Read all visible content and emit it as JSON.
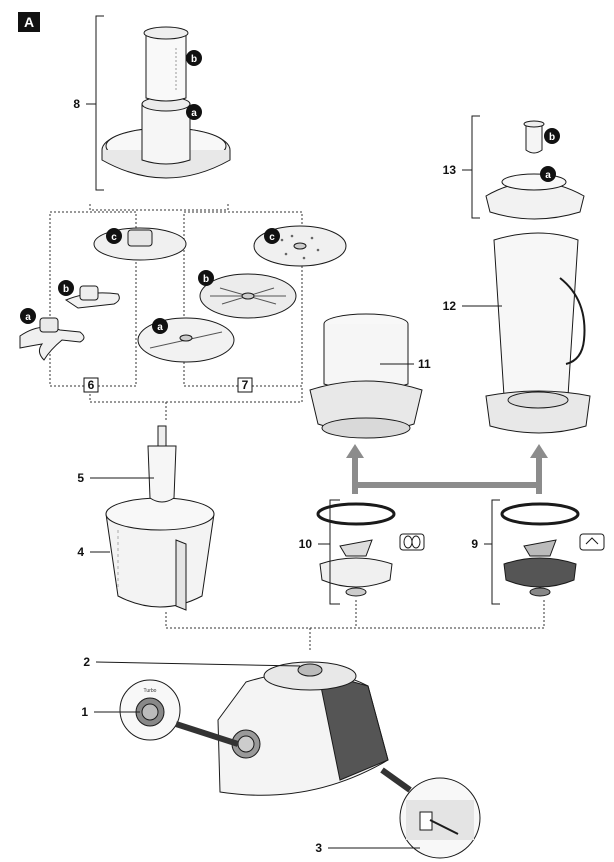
{
  "section_label": "A",
  "callouts": {
    "c1": "1",
    "c2": "2",
    "c3": "3",
    "c4": "4",
    "c5": "5",
    "c8": "8",
    "c9": "9",
    "c10": "10",
    "c11": "11",
    "c12": "12",
    "c13": "13"
  },
  "group_labels": {
    "g6": "6",
    "g7": "7"
  },
  "sub_labels": {
    "a": "a",
    "b": "b",
    "c": "c"
  },
  "dial": {
    "label": "Turbo"
  },
  "colors": {
    "outline": "#1a1a1a",
    "fill_light": "#f2f2f2",
    "fill_mid": "#d9d9d9",
    "fill_dark": "#555555",
    "arrow_grey": "#8c8c8c",
    "dotted": "#333333"
  },
  "icons": {
    "item9": "blades-icon",
    "item10": "coffee-beans-icon"
  }
}
